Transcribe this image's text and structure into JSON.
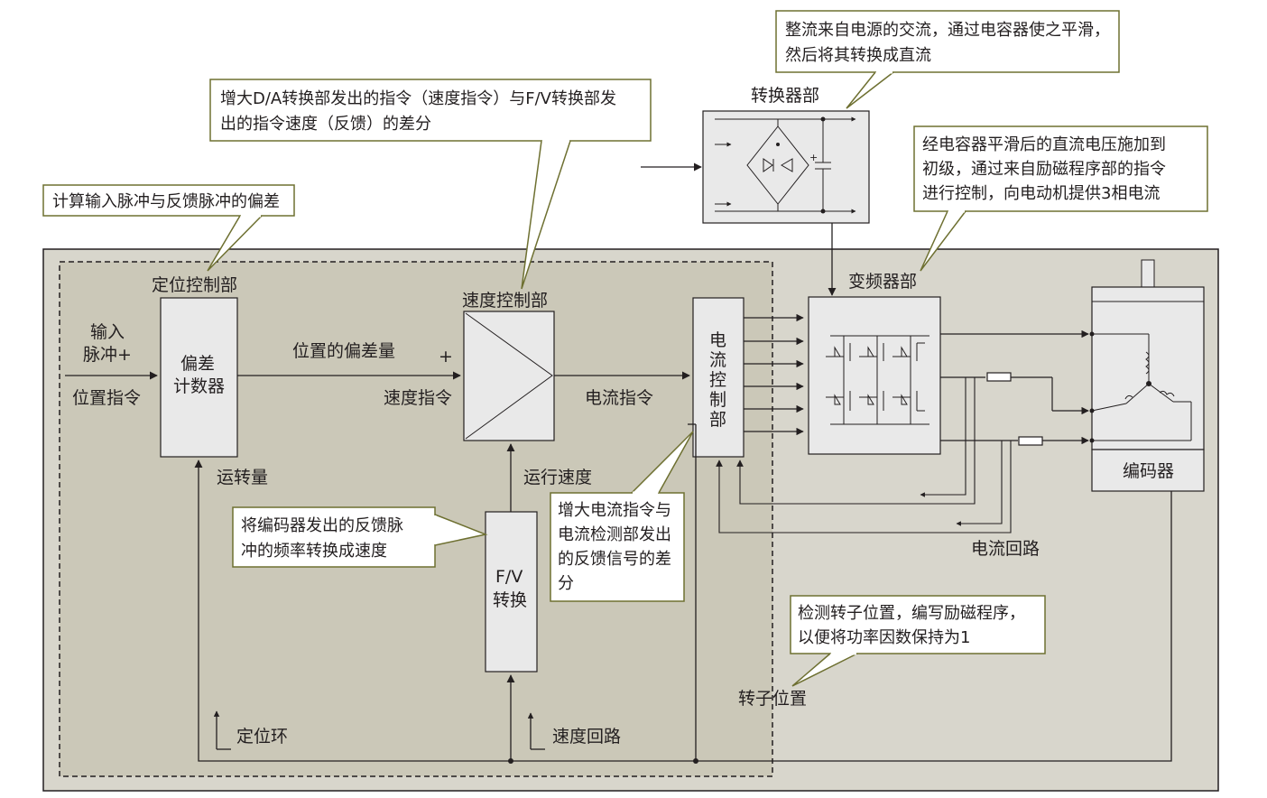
{
  "callouts": {
    "position_deviation": "计算输入脉冲与反馈脉冲的偏差",
    "speed_control_line1": "增大D/A转换部发出的指令（速度指令）与F/V转换部发",
    "speed_control_line2": "出的指令速度（反馈）的差分",
    "converter_line1": "整流来自电源的交流，通过电容器使之平滑，",
    "converter_line2": "然后将其转换成直流",
    "inverter_line1": "经电容器平滑后的直流电压施加到",
    "inverter_line2": "初级，通过来自励磁程序部的指令",
    "inverter_line3": "进行控制，向电动机提供3相电流",
    "fv_line1": "将编码器发出的反馈脉",
    "fv_line2": "冲的频率转换成速度",
    "current_control_line1": "增大电流指令与",
    "current_control_line2": "电流检测部发出",
    "current_control_line3": "的反馈信号的差",
    "current_control_line4": "分",
    "encoder_line1": "检测转子位置，编写励磁程序，",
    "encoder_line2": "以便将功率因数保持为1"
  },
  "blocks": {
    "position_control_title": "定位控制部",
    "deviation_counter_line1": "偏差",
    "deviation_counter_line2": "计数器",
    "speed_control_title": "速度控制部",
    "current_control_chars": [
      "电",
      "流",
      "控",
      "制",
      "部"
    ],
    "converter_title": "转换器部",
    "inverter_title": "变频器部",
    "fv_line1": "F/V",
    "fv_line2": "转换",
    "encoder": "编码器"
  },
  "signals": {
    "input_line1": "输入",
    "input_line2": "脉冲+",
    "position_command": "位置指令",
    "position_deviation": "位置的偏差量",
    "plus_sign": "+",
    "speed_command": "速度指令",
    "current_command": "电流指令",
    "travel_amount": "运转量",
    "running_speed": "运行速度",
    "positioning_loop": "定位环",
    "speed_loop": "速度回路",
    "current_loop": "电流回路",
    "rotor_position": "转子位置"
  },
  "colors": {
    "panel_bg": "#d8d6cc",
    "dashed_region_bg": "#cbc8b8",
    "block_fill": "#e9e9e9",
    "callout_fill": "#ffffff",
    "callout_border": "#6e7031",
    "line": "#231f20"
  }
}
